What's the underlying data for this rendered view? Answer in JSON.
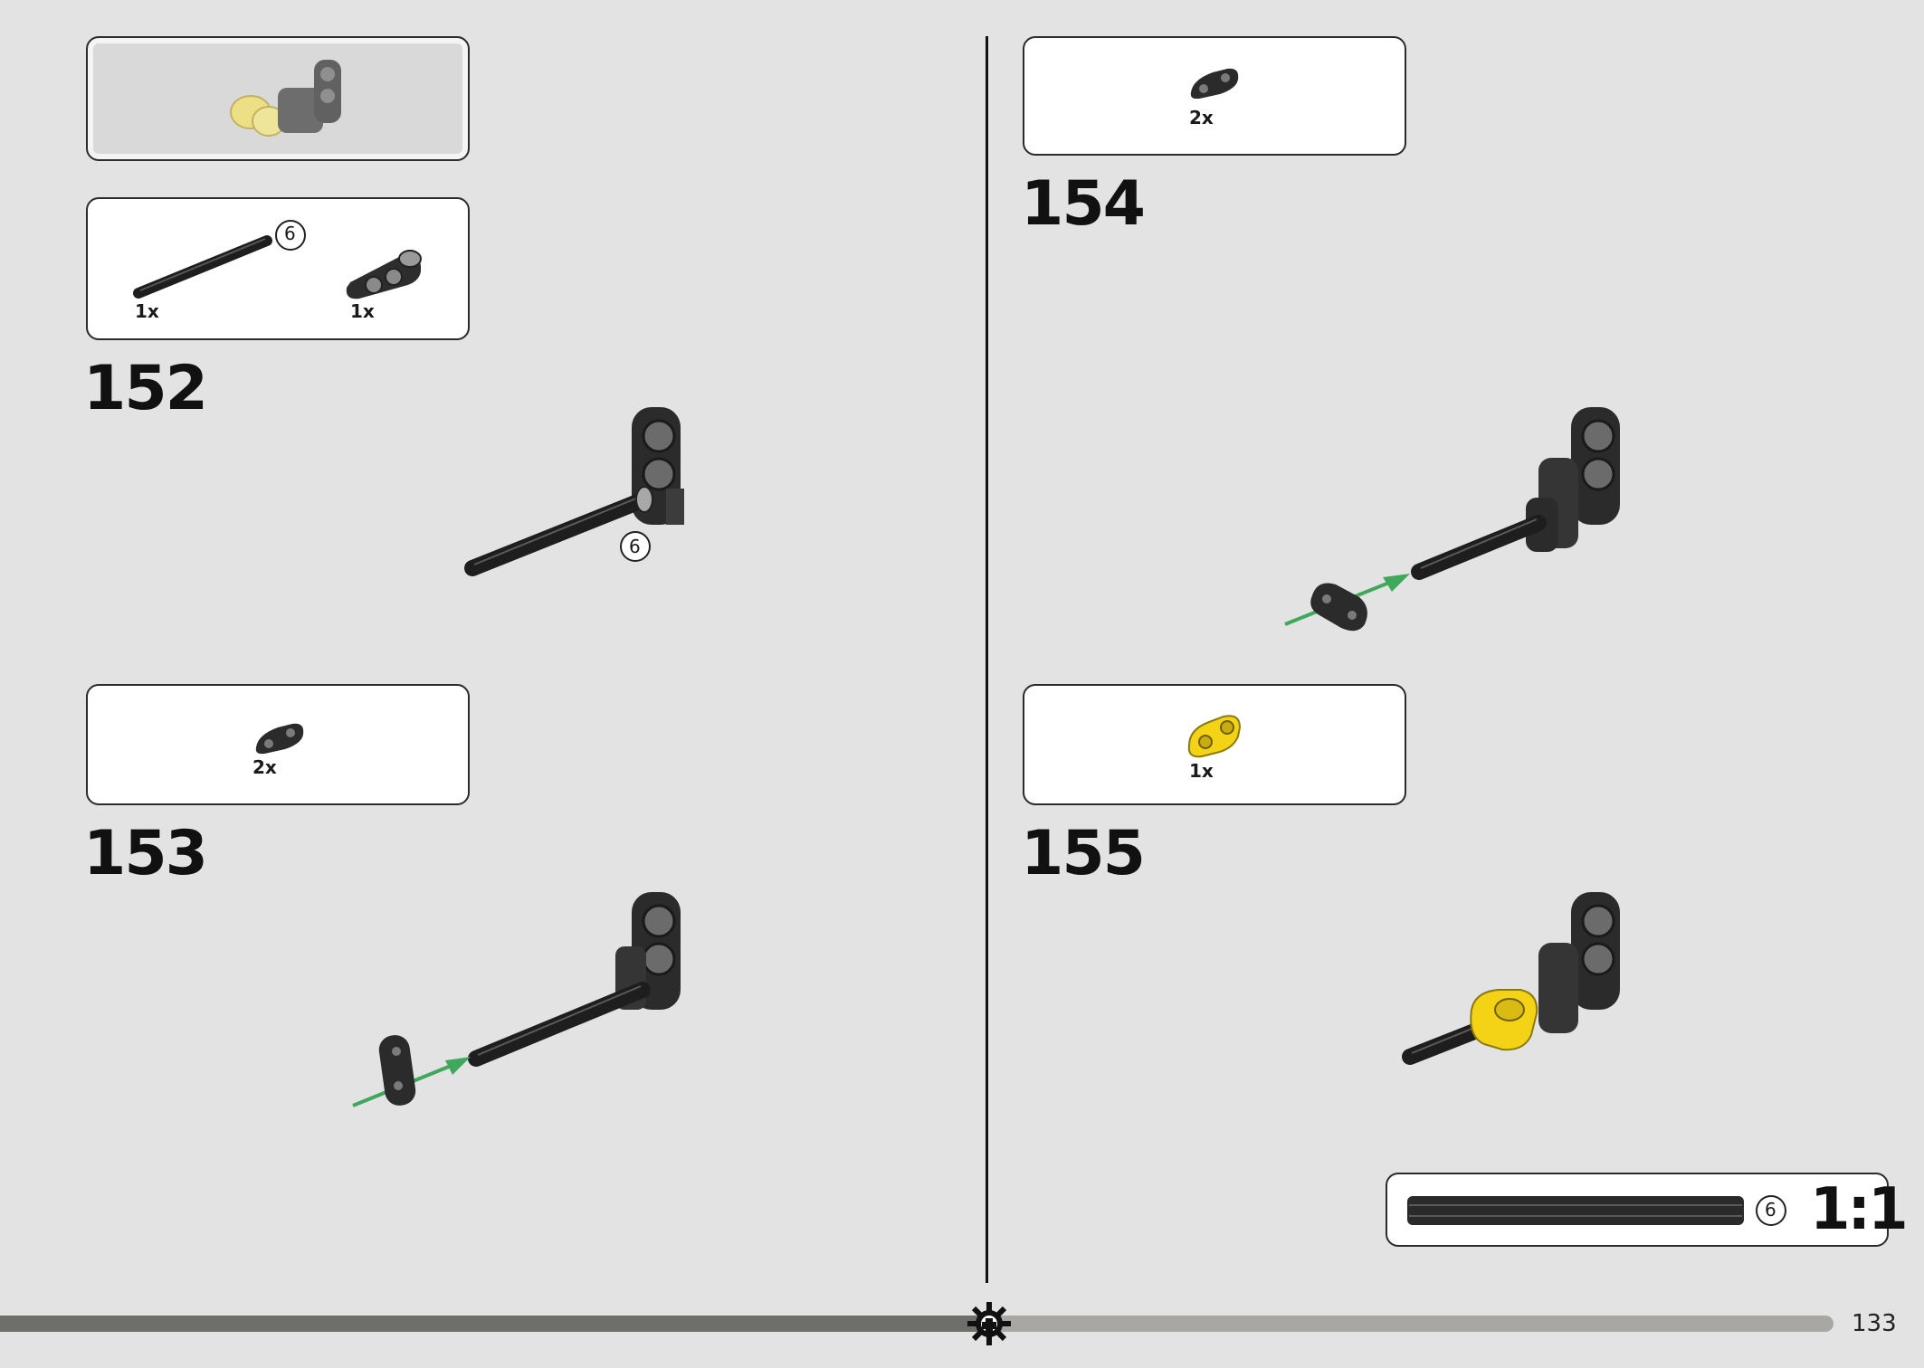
{
  "page": {
    "page_number": "133",
    "scale_label": "1:1",
    "scale_axle_length": "6"
  },
  "steps": [
    {
      "number": "152",
      "parts": [
        {
          "qty": "1x",
          "icon": "axle-6-icon",
          "length": "6"
        },
        {
          "qty": "1x",
          "icon": "connector-beam-icon"
        }
      ],
      "assembly_length_callout": "6"
    },
    {
      "number": "153",
      "parts": [
        {
          "qty": "2x",
          "icon": "thin-beam-2-icon"
        }
      ]
    },
    {
      "number": "154",
      "parts": [
        {
          "qty": "2x",
          "icon": "thin-beam-2-icon"
        }
      ]
    },
    {
      "number": "155",
      "parts": [
        {
          "qty": "1x",
          "icon": "yellow-axle-connector-icon"
        }
      ]
    }
  ],
  "colors": {
    "background": "#e3e3e3",
    "part_black": "#2a2a2a",
    "part_yellow": "#f4d316",
    "arrow_green": "#3fa85c"
  }
}
